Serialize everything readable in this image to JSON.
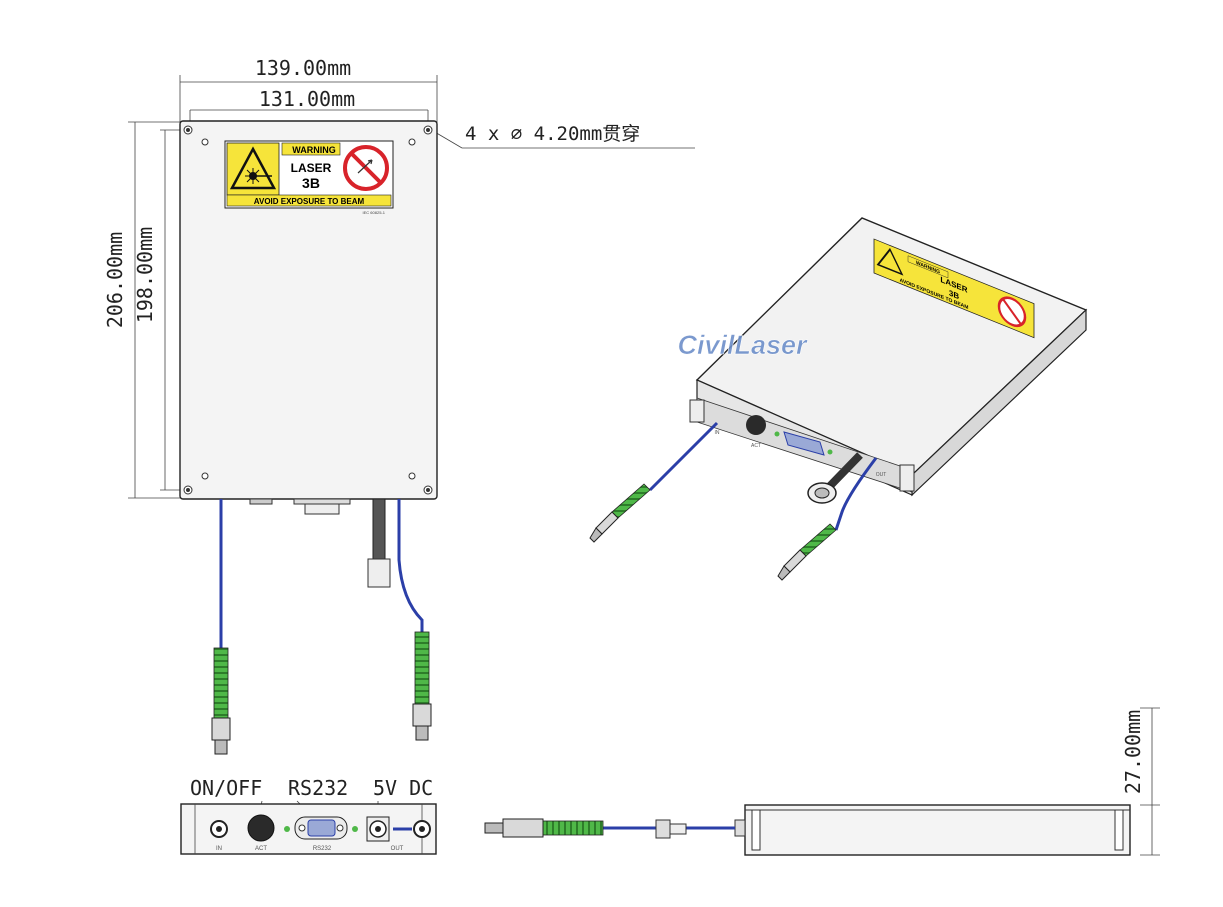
{
  "dimensions": {
    "outer_width": "139.00mm",
    "inner_width": "131.00mm",
    "outer_height": "206.00mm",
    "inner_height": "198.00mm",
    "holes": "4 x ∅ 4.20mm贯穿",
    "thickness": "27.00mm"
  },
  "warning_label": {
    "header": "WARNING",
    "class_line1": "LASER",
    "class_line2": "3B",
    "footer": "AVOID EXPOSURE TO BEAM",
    "small_code": "IEC 60825-1"
  },
  "front_panel": {
    "callout_on_off": "ON/OFF",
    "callout_rs232": "RS232",
    "callout_5v": "5V DC",
    "port_in": "IN",
    "port_act": "ACT",
    "port_rs232": "RS232",
    "port_out": "OUT"
  },
  "watermark": {
    "text": "CivilLaser"
  },
  "iso_view": {
    "port_in": "IN",
    "port_act": "ACT",
    "port_out": "OUT"
  },
  "colors": {
    "fiber": "#2b3fa8",
    "connector_green": "#4fb848",
    "warning_yellow": "#f6e43a",
    "prohibit_red": "#d8232a",
    "watermark_blue": "#6d8fc9"
  },
  "icons": [
    "laser-hazard-icon",
    "no-viewing-icon",
    "mounting-hole-icon",
    "fiber-connector-icon"
  ]
}
